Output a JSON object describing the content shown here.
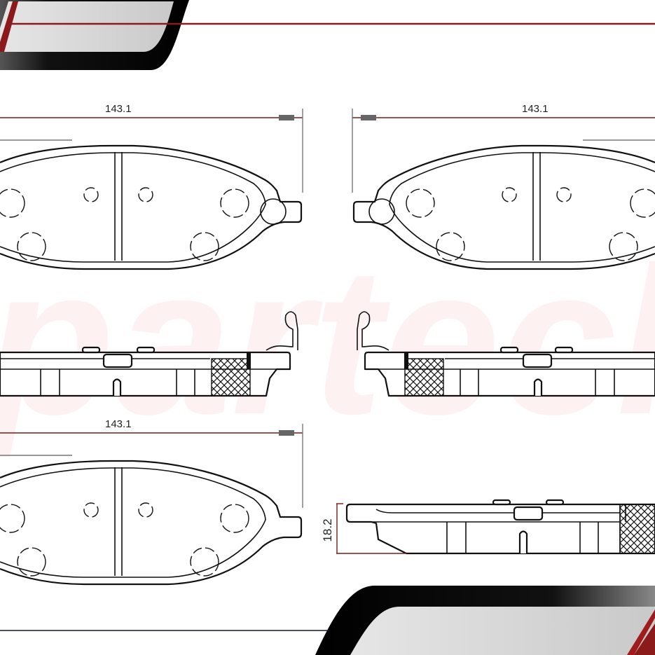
{
  "watermark": {
    "text": "partech"
  },
  "colors": {
    "accent_red": "#8b1a1a",
    "banner_black": "#000000",
    "banner_gray": "#cfcfcf",
    "bottom_line": "#0e1a3a"
  },
  "dimensions": {
    "top_left_width": "143.1",
    "top_right_width": "143.1",
    "bottom_left_width": "143.1",
    "thickness": "18.2"
  }
}
